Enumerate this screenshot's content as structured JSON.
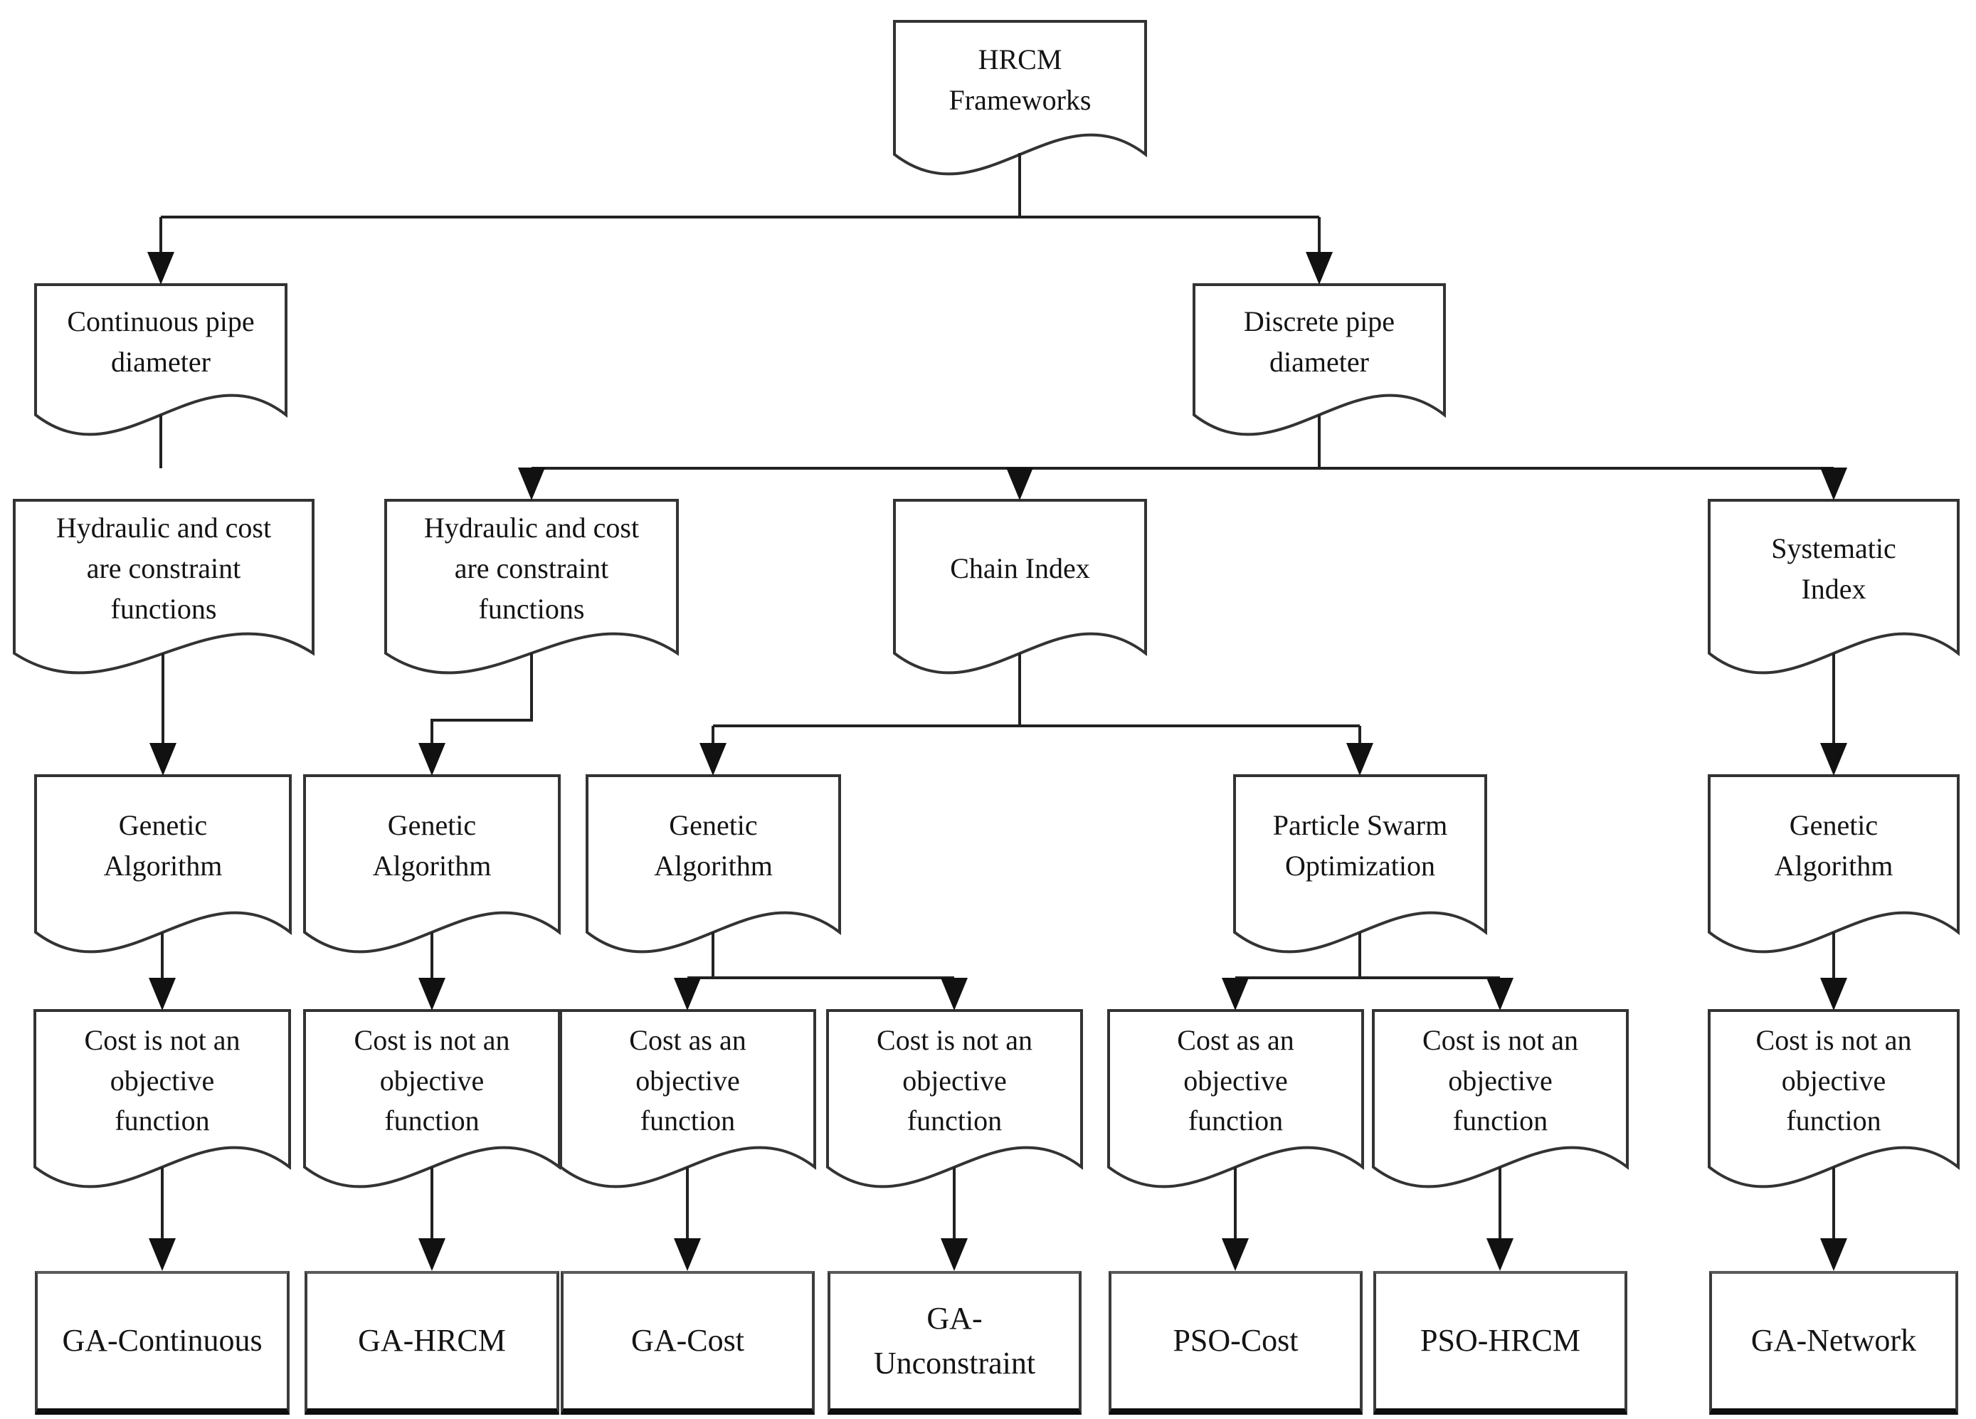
{
  "diagram": {
    "type": "flowchart",
    "colors": {
      "line": "#222222",
      "shape_stroke": "#333333",
      "shape_fill": "#ffffff",
      "text": "#141414",
      "background": "#ffffff"
    },
    "nodes": {
      "hrcm": {
        "label": "HRCM\nFrameworks",
        "shape": "document"
      },
      "continuous_pipe": {
        "label": "Continuous pipe\ndiameter",
        "shape": "document"
      },
      "discrete_pipe": {
        "label": "Discrete pipe\ndiameter",
        "shape": "document"
      },
      "hydraulic_cost_continuous": {
        "label": "Hydraulic and cost\nare constraint\nfunctions",
        "shape": "document"
      },
      "hydraulic_cost_discrete": {
        "label": "Hydraulic and cost\nare constraint\nfunctions",
        "shape": "document"
      },
      "chain_index": {
        "label": "Chain Index",
        "shape": "document"
      },
      "systematic_index": {
        "label": "Systematic\nIndex",
        "shape": "document"
      },
      "ga_continuous_branch": {
        "label": "Genetic\nAlgorithm",
        "shape": "document"
      },
      "ga_hrcm_branch": {
        "label": "Genetic\nAlgorithm",
        "shape": "document"
      },
      "ga_chain_branch": {
        "label": "Genetic\nAlgorithm",
        "shape": "document"
      },
      "pso_branch": {
        "label": "Particle Swarm\nOptimization",
        "shape": "document"
      },
      "ga_network_branch": {
        "label": "Genetic\nAlgorithm",
        "shape": "document"
      },
      "cost_not_obj_1": {
        "label": "Cost is not an\nobjective\nfunction",
        "shape": "document"
      },
      "cost_not_obj_2": {
        "label": "Cost is not an\nobjective\nfunction",
        "shape": "document"
      },
      "cost_as_obj_1": {
        "label": "Cost as an\nobjective\nfunction",
        "shape": "document"
      },
      "cost_not_obj_3": {
        "label": "Cost is not an\nobjective\nfunction",
        "shape": "document"
      },
      "cost_as_obj_2": {
        "label": "Cost as an\nobjective\nfunction",
        "shape": "document"
      },
      "cost_not_obj_4": {
        "label": "Cost is not an\nobjective\nfunction",
        "shape": "document"
      },
      "cost_not_obj_5": {
        "label": "Cost is not an\nobjective\nfunction",
        "shape": "document"
      },
      "leaf_ga_continuous": {
        "label": "GA-Continuous",
        "shape": "rectangle"
      },
      "leaf_ga_hrcm": {
        "label": "GA-HRCM",
        "shape": "rectangle"
      },
      "leaf_ga_cost": {
        "label": "GA-Cost",
        "shape": "rectangle"
      },
      "leaf_ga_unconstraint": {
        "label": "GA-\nUnconstraint",
        "shape": "rectangle"
      },
      "leaf_pso_cost": {
        "label": "PSO-Cost",
        "shape": "rectangle"
      },
      "leaf_pso_hrcm": {
        "label": "PSO-HRCM",
        "shape": "rectangle"
      },
      "leaf_ga_network": {
        "label": "GA-Network",
        "shape": "rectangle"
      }
    },
    "edges": [
      [
        "hrcm",
        "continuous_pipe"
      ],
      [
        "hrcm",
        "discrete_pipe"
      ],
      [
        "continuous_pipe",
        "hydraulic_cost_continuous"
      ],
      [
        "discrete_pipe",
        "hydraulic_cost_discrete"
      ],
      [
        "discrete_pipe",
        "chain_index"
      ],
      [
        "discrete_pipe",
        "systematic_index"
      ],
      [
        "hydraulic_cost_continuous",
        "ga_continuous_branch"
      ],
      [
        "hydraulic_cost_discrete",
        "ga_hrcm_branch"
      ],
      [
        "chain_index",
        "ga_chain_branch"
      ],
      [
        "chain_index",
        "pso_branch"
      ],
      [
        "systematic_index",
        "ga_network_branch"
      ],
      [
        "ga_continuous_branch",
        "cost_not_obj_1"
      ],
      [
        "ga_hrcm_branch",
        "cost_not_obj_2"
      ],
      [
        "ga_chain_branch",
        "cost_as_obj_1"
      ],
      [
        "ga_chain_branch",
        "cost_not_obj_3"
      ],
      [
        "pso_branch",
        "cost_as_obj_2"
      ],
      [
        "pso_branch",
        "cost_not_obj_4"
      ],
      [
        "ga_network_branch",
        "cost_not_obj_5"
      ],
      [
        "cost_not_obj_1",
        "leaf_ga_continuous"
      ],
      [
        "cost_not_obj_2",
        "leaf_ga_hrcm"
      ],
      [
        "cost_as_obj_1",
        "leaf_ga_cost"
      ],
      [
        "cost_not_obj_3",
        "leaf_ga_unconstraint"
      ],
      [
        "cost_as_obj_2",
        "leaf_pso_cost"
      ],
      [
        "cost_not_obj_4",
        "leaf_pso_hrcm"
      ],
      [
        "cost_not_obj_5",
        "leaf_ga_network"
      ]
    ]
  }
}
